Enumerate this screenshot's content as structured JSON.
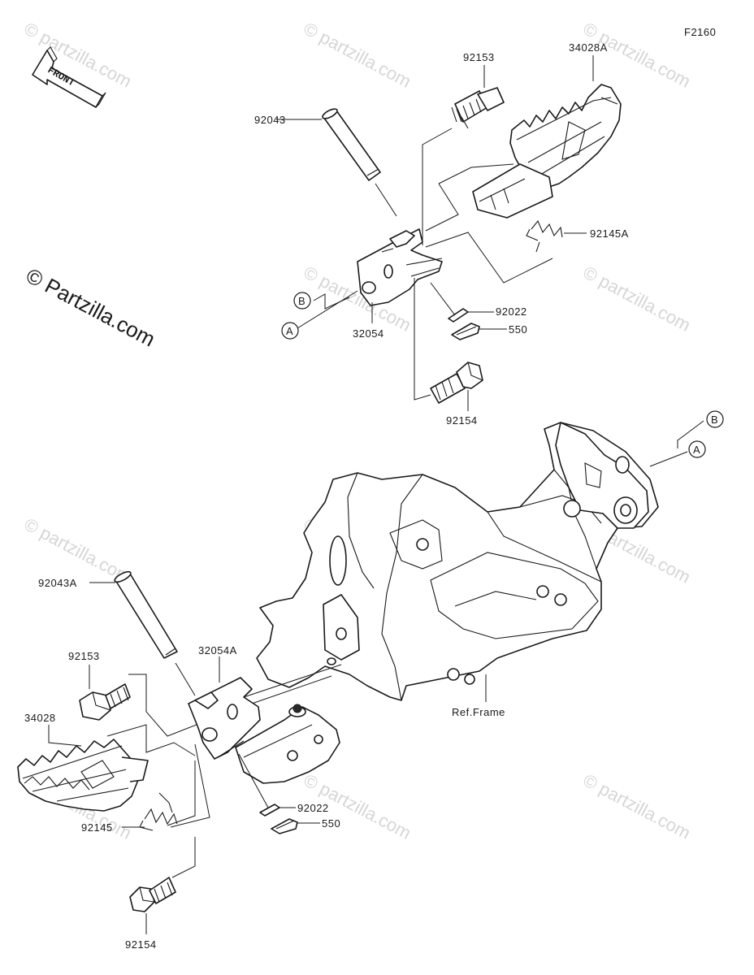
{
  "figure_code": "F2160",
  "front_label": "FRONT",
  "watermark_main": "© Partzilla.com",
  "watermark_small": "© partzilla.com",
  "callouts": {
    "a": "A",
    "b": "B"
  },
  "parts": {
    "p92153_top": "92153",
    "p34028A": "34028A",
    "p92043": "92043",
    "p92145A": "92145A",
    "p92022_top": "92022",
    "p550_top": "550",
    "p32054": "32054",
    "p92154_top": "92154",
    "p92043A": "92043A",
    "p32054A": "32054A",
    "p92153_bot": "92153",
    "p34028": "34028",
    "p92145": "92145",
    "p92022_bot": "92022",
    "p550_bot": "550",
    "p92154_bot": "92154",
    "ref_frame": "Ref.Frame"
  }
}
